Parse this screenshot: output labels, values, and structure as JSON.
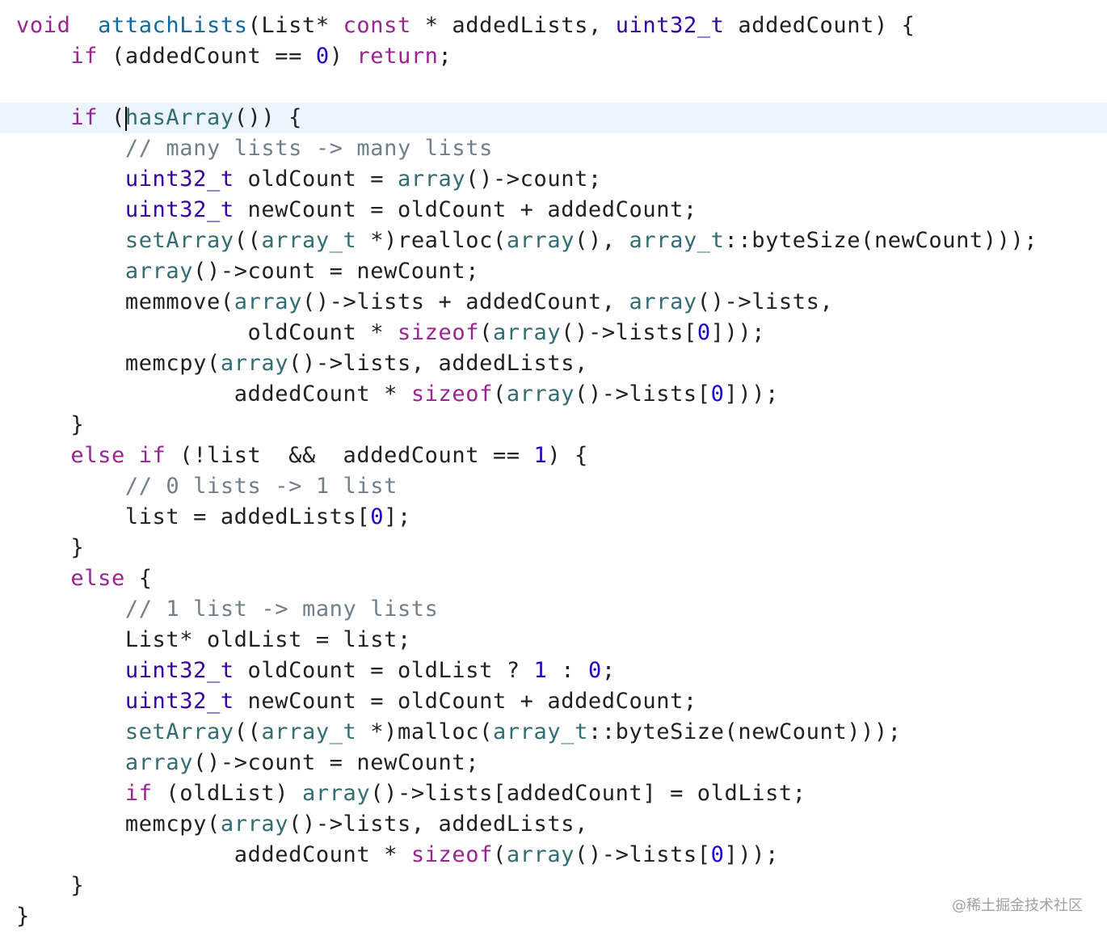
{
  "editor": {
    "current_line_index": 3,
    "lines": [
      {
        "indent": 0,
        "tokens": [
          [
            "kw",
            "void"
          ],
          [
            "",
            "  "
          ],
          [
            "decl",
            "attachLists"
          ],
          [
            "",
            "(List* "
          ],
          [
            "kw",
            "const"
          ],
          [
            "",
            " * addedLists, "
          ],
          [
            "type",
            "uint32_t"
          ],
          [
            "",
            " addedCount) {"
          ]
        ]
      },
      {
        "indent": 1,
        "tokens": [
          [
            "kw",
            "if"
          ],
          [
            "",
            " (addedCount == "
          ],
          [
            "num",
            "0"
          ],
          [
            "",
            ") "
          ],
          [
            "kw",
            "return"
          ],
          [
            "",
            ";"
          ]
        ]
      },
      {
        "indent": 0,
        "tokens": []
      },
      {
        "indent": 1,
        "caret": true,
        "tokens": [
          [
            "kw",
            "if"
          ],
          [
            "",
            " ("
          ],
          [
            "caret",
            ""
          ],
          [
            "fn",
            "hasArray"
          ],
          [
            "",
            "()) {"
          ]
        ]
      },
      {
        "indent": 2,
        "tokens": [
          [
            "cm",
            "// many lists -> many lists"
          ]
        ]
      },
      {
        "indent": 2,
        "tokens": [
          [
            "type",
            "uint32_t"
          ],
          [
            "",
            " oldCount = "
          ],
          [
            "fn",
            "array"
          ],
          [
            "",
            "()->count;"
          ]
        ]
      },
      {
        "indent": 2,
        "tokens": [
          [
            "type",
            "uint32_t"
          ],
          [
            "",
            " newCount = oldCount + addedCount;"
          ]
        ]
      },
      {
        "indent": 2,
        "tokens": [
          [
            "fn",
            "setArray"
          ],
          [
            "",
            "(("
          ],
          [
            "fn",
            "array_t"
          ],
          [
            "",
            " *)realloc("
          ],
          [
            "fn",
            "array"
          ],
          [
            "",
            "(), "
          ],
          [
            "fn",
            "array_t"
          ],
          [
            "",
            "::byteSize(newCount)));"
          ]
        ]
      },
      {
        "indent": 2,
        "tokens": [
          [
            "fn",
            "array"
          ],
          [
            "",
            "()->count = newCount;"
          ]
        ]
      },
      {
        "indent": 2,
        "tokens": [
          [
            "",
            "memmove("
          ],
          [
            "fn",
            "array"
          ],
          [
            "",
            "()->lists + addedCount, "
          ],
          [
            "fn",
            "array"
          ],
          [
            "",
            "()->lists,"
          ]
        ]
      },
      {
        "indent": 2,
        "extra": "         ",
        "tokens": [
          [
            "",
            "oldCount * "
          ],
          [
            "kw",
            "sizeof"
          ],
          [
            "",
            "("
          ],
          [
            "fn",
            "array"
          ],
          [
            "",
            "()->lists["
          ],
          [
            "num",
            "0"
          ],
          [
            "",
            "]));"
          ]
        ]
      },
      {
        "indent": 2,
        "tokens": [
          [
            "",
            "memcpy("
          ],
          [
            "fn",
            "array"
          ],
          [
            "",
            "()->lists, addedLists,"
          ]
        ]
      },
      {
        "indent": 2,
        "extra": "        ",
        "tokens": [
          [
            "",
            "addedCount * "
          ],
          [
            "kw",
            "sizeof"
          ],
          [
            "",
            "("
          ],
          [
            "fn",
            "array"
          ],
          [
            "",
            "()->lists["
          ],
          [
            "num",
            "0"
          ],
          [
            "",
            "]));"
          ]
        ]
      },
      {
        "indent": 1,
        "tokens": [
          [
            "",
            "}"
          ]
        ]
      },
      {
        "indent": 1,
        "tokens": [
          [
            "kw",
            "else if"
          ],
          [
            "",
            " (!list  &&  addedCount == "
          ],
          [
            "num",
            "1"
          ],
          [
            "",
            ") {"
          ]
        ]
      },
      {
        "indent": 2,
        "tokens": [
          [
            "cm",
            "// 0 lists -> 1 list"
          ]
        ]
      },
      {
        "indent": 2,
        "tokens": [
          [
            "",
            "list = addedLists["
          ],
          [
            "num",
            "0"
          ],
          [
            "",
            "];"
          ]
        ]
      },
      {
        "indent": 1,
        "tokens": [
          [
            "",
            "}"
          ]
        ]
      },
      {
        "indent": 1,
        "tokens": [
          [
            "kw",
            "else"
          ],
          [
            "",
            " {"
          ]
        ]
      },
      {
        "indent": 2,
        "tokens": [
          [
            "cm",
            "// 1 list -> many lists"
          ]
        ]
      },
      {
        "indent": 2,
        "tokens": [
          [
            "",
            "List* oldList = list;"
          ]
        ]
      },
      {
        "indent": 2,
        "tokens": [
          [
            "type",
            "uint32_t"
          ],
          [
            "",
            " oldCount = oldList ? "
          ],
          [
            "num",
            "1"
          ],
          [
            "",
            " : "
          ],
          [
            "num",
            "0"
          ],
          [
            "",
            ";"
          ]
        ]
      },
      {
        "indent": 2,
        "tokens": [
          [
            "type",
            "uint32_t"
          ],
          [
            "",
            " newCount = oldCount + addedCount;"
          ]
        ]
      },
      {
        "indent": 2,
        "tokens": [
          [
            "fn",
            "setArray"
          ],
          [
            "",
            "(("
          ],
          [
            "fn",
            "array_t"
          ],
          [
            "",
            " *)malloc("
          ],
          [
            "fn",
            "array_t"
          ],
          [
            "",
            "::byteSize(newCount)));"
          ]
        ]
      },
      {
        "indent": 2,
        "tokens": [
          [
            "fn",
            "array"
          ],
          [
            "",
            "()->count = newCount;"
          ]
        ]
      },
      {
        "indent": 2,
        "tokens": [
          [
            "kw",
            "if"
          ],
          [
            "",
            " (oldList) "
          ],
          [
            "fn",
            "array"
          ],
          [
            "",
            "()->lists[addedCount] = oldList;"
          ]
        ]
      },
      {
        "indent": 2,
        "tokens": [
          [
            "",
            "memcpy("
          ],
          [
            "fn",
            "array"
          ],
          [
            "",
            "()->lists, addedLists,"
          ]
        ]
      },
      {
        "indent": 2,
        "extra": "        ",
        "tokens": [
          [
            "",
            "addedCount * "
          ],
          [
            "kw",
            "sizeof"
          ],
          [
            "",
            "("
          ],
          [
            "fn",
            "array"
          ],
          [
            "",
            "()->lists["
          ],
          [
            "num",
            "0"
          ],
          [
            "",
            "]));"
          ]
        ]
      },
      {
        "indent": 1,
        "tokens": [
          [
            "",
            "}"
          ]
        ]
      },
      {
        "indent": 0,
        "tokens": [
          [
            "",
            "}"
          ]
        ]
      }
    ]
  },
  "watermark": "@稀土掘金技术社区"
}
